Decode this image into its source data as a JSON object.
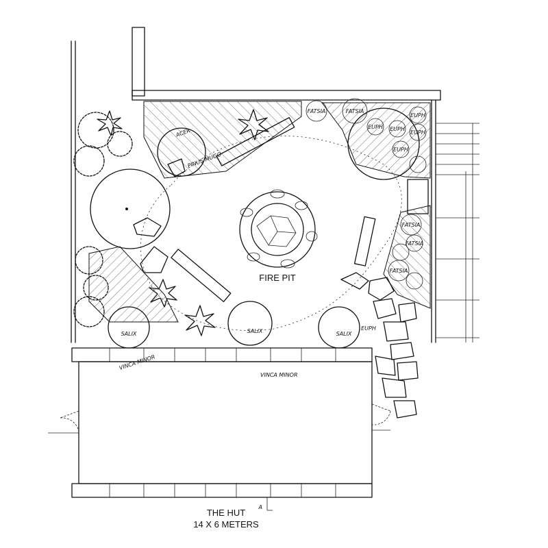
{
  "labels": {
    "fire_pit": "FIRE PIT",
    "hut_title": "THE HUT",
    "hut_size": "14 X 6 METERS",
    "section_marker": "A"
  },
  "plants": {
    "fatsia_1": "FATSIA",
    "fatsia_2": "FATSIA",
    "fatsia_3": "FATSIA",
    "fatsia_4": "FATSIA",
    "fatsia_5": "FATSIA",
    "euph_1": "EUPH",
    "euph_2": "EUPH",
    "euph_3": "EUPH",
    "euph_4": "EUPH",
    "euph_5": "EUPH",
    "euph_6": "EUPH",
    "salix_1": "SALIX",
    "salix_2": "SALIX",
    "salix_3": "SALIX",
    "vinca_1": "VINCA MINOR",
    "vinca_2": "VINCA MINOR",
    "acer": "ACER",
    "pinus": "PINUS MUGO"
  }
}
